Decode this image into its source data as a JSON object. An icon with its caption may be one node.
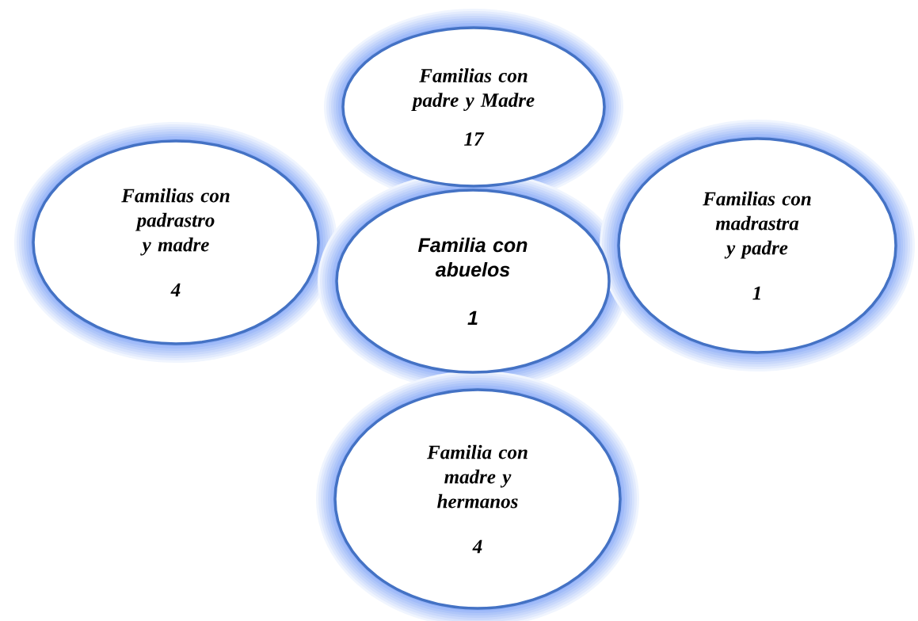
{
  "diagram": {
    "nodes": [
      {
        "text": [
          "Familias con padre y Madre",
          "17"
        ]
      },
      {
        "text": [
          "Familias con padrastro y madre",
          "4"
        ]
      },
      {
        "text": [
          "Familia con abuelos",
          "1"
        ]
      },
      {
        "text": [
          "Familias con madrastra y padre",
          "1"
        ]
      },
      {
        "text": [
          "Familia con madre y hermanos",
          "4"
        ]
      }
    ]
  }
}
